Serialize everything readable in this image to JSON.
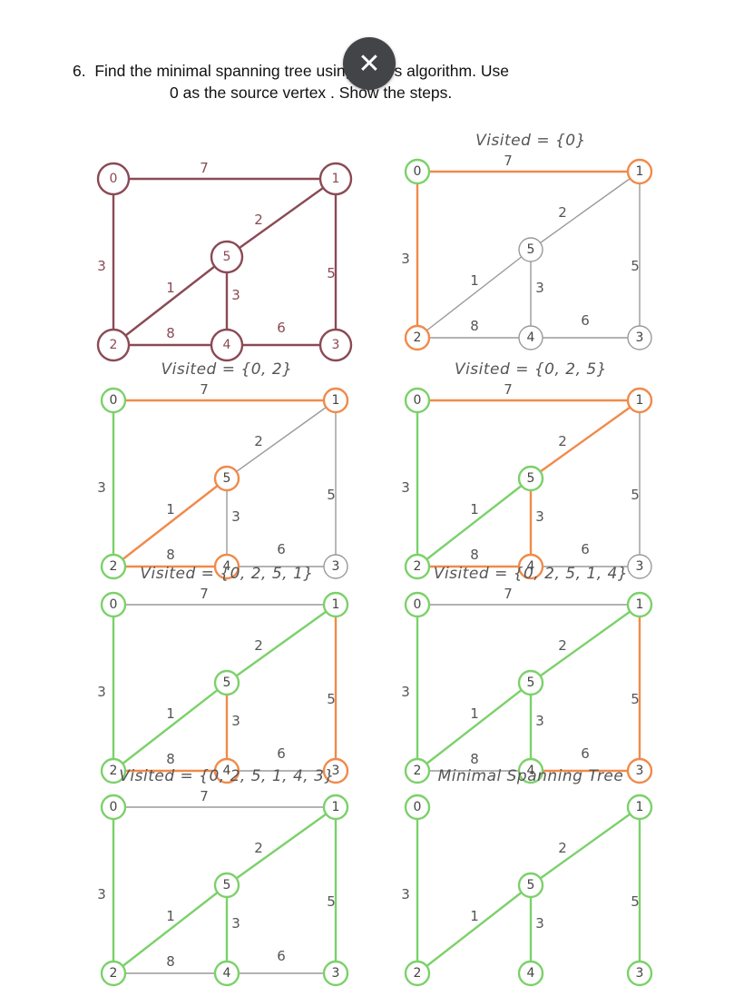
{
  "question": {
    "number": "6.",
    "line1": "Find the minimal spanning tree using Prim's algorithm. Use",
    "line2": "0 as the source vertex .  Show the steps."
  },
  "close_button": {
    "icon": "close-icon",
    "glyph": "✕"
  },
  "colors": {
    "original": "#8a4a55",
    "visited": "#7bd16a",
    "frontier": "#f08a4b",
    "unvisited": "#9a9a9a"
  },
  "graph": {
    "nodes": [
      "0",
      "1",
      "2",
      "3",
      "4",
      "5"
    ],
    "edges": [
      {
        "id": "e01",
        "from": "0",
        "to": "1",
        "weight": "7"
      },
      {
        "id": "e02",
        "from": "0",
        "to": "2",
        "weight": "3"
      },
      {
        "id": "e15",
        "from": "1",
        "to": "5",
        "weight": "2"
      },
      {
        "id": "e13",
        "from": "1",
        "to": "3",
        "weight": "5"
      },
      {
        "id": "e25",
        "from": "2",
        "to": "5",
        "weight": "1"
      },
      {
        "id": "e24",
        "from": "2",
        "to": "4",
        "weight": "8"
      },
      {
        "id": "e45",
        "from": "4",
        "to": "5",
        "weight": "3"
      },
      {
        "id": "e43",
        "from": "4",
        "to": "3",
        "weight": "6"
      }
    ]
  },
  "panels": [
    {
      "caption": "",
      "style": "original",
      "nodes": {
        "0": "o",
        "1": "o",
        "2": "o",
        "3": "o",
        "4": "o",
        "5": "o"
      },
      "edges": {
        "e01": "o",
        "e02": "o",
        "e15": "o",
        "e13": "o",
        "e25": "o",
        "e24": "o",
        "e45": "o",
        "e43": "o"
      }
    },
    {
      "caption": "Visited = {0}",
      "nodes": {
        "0": "v",
        "1": "f",
        "2": "f",
        "3": "g",
        "4": "g",
        "5": "g"
      },
      "edges": {
        "e01": "f",
        "e02": "f",
        "e15": "g",
        "e13": "g",
        "e25": "g",
        "e24": "g",
        "e45": "g",
        "e43": "g"
      }
    },
    {
      "caption": "Visited = {0, 2}",
      "nodes": {
        "0": "v",
        "1": "f",
        "2": "v",
        "3": "g",
        "4": "f",
        "5": "f"
      },
      "edges": {
        "e01": "f",
        "e02": "v",
        "e15": "g",
        "e13": "g",
        "e25": "f",
        "e24": "f",
        "e45": "g",
        "e43": "g"
      }
    },
    {
      "caption": "Visited = {0, 2, 5}",
      "nodes": {
        "0": "v",
        "1": "f",
        "2": "v",
        "3": "g",
        "4": "f",
        "5": "v"
      },
      "edges": {
        "e01": "f",
        "e02": "v",
        "e15": "f",
        "e13": "g",
        "e25": "v",
        "e24": "f",
        "e45": "f",
        "e43": "g"
      }
    },
    {
      "caption": "Visited = {0, 2, 5, 1}",
      "nodes": {
        "0": "v",
        "1": "v",
        "2": "v",
        "3": "f",
        "4": "f",
        "5": "v"
      },
      "edges": {
        "e01": "g",
        "e02": "v",
        "e15": "v",
        "e13": "f",
        "e25": "v",
        "e24": "f",
        "e45": "f",
        "e43": "g"
      }
    },
    {
      "caption": "Visited = {0, 2, 5, 1, 4}",
      "nodes": {
        "0": "v",
        "1": "v",
        "2": "v",
        "3": "f",
        "4": "v",
        "5": "v"
      },
      "edges": {
        "e01": "g",
        "e02": "v",
        "e15": "v",
        "e13": "f",
        "e25": "v",
        "e24": "g",
        "e45": "v",
        "e43": "f"
      }
    },
    {
      "caption": "Visited = {0, 2, 5, 1, 4, 3}",
      "nodes": {
        "0": "v",
        "1": "v",
        "2": "v",
        "3": "v",
        "4": "v",
        "5": "v"
      },
      "edges": {
        "e01": "g",
        "e02": "v",
        "e15": "v",
        "e13": "v",
        "e25": "v",
        "e24": "g",
        "e45": "v",
        "e43": "g"
      }
    },
    {
      "caption": "Minimal Spanning Tree",
      "nodes": {
        "0": "v",
        "1": "v",
        "2": "v",
        "3": "v",
        "4": "v",
        "5": "v"
      },
      "edges": {
        "e01": "x",
        "e02": "v",
        "e15": "v",
        "e13": "v",
        "e25": "v",
        "e24": "x",
        "e45": "v",
        "e43": "x"
      }
    }
  ]
}
